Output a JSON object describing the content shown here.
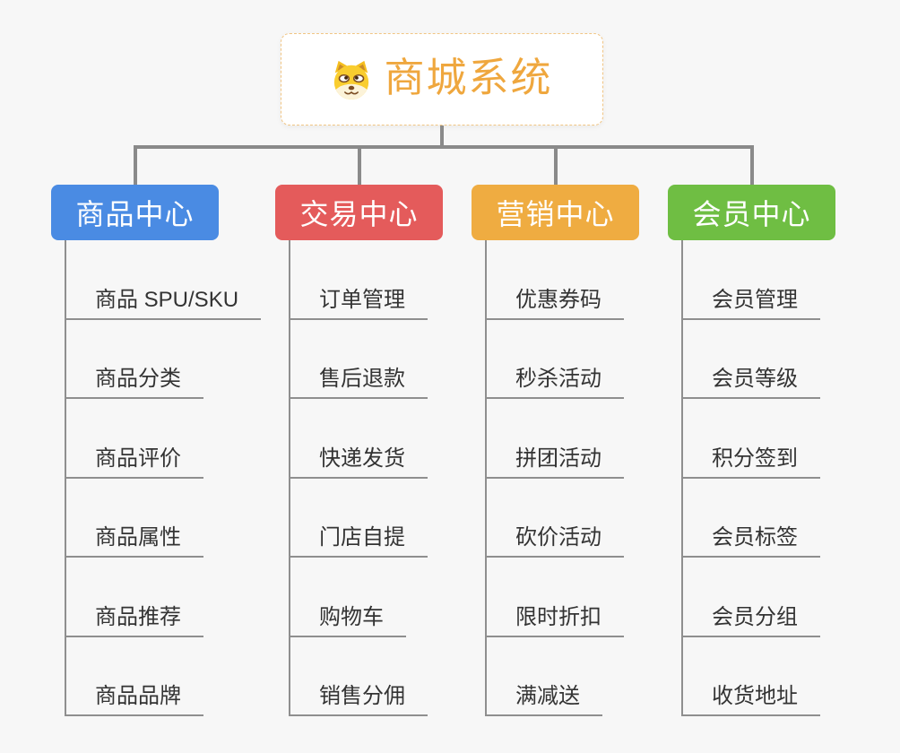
{
  "root": {
    "title": "商城系统",
    "icon": "dog-face-icon",
    "title_color": "#EFA73E",
    "border_color": "#F1C583"
  },
  "branches": [
    {
      "label": "商品中心",
      "color": "#4A8BE3",
      "children": [
        "商品 SPU/SKU",
        "商品分类",
        "商品评价",
        "商品属性",
        "商品推荐",
        "商品品牌"
      ]
    },
    {
      "label": "交易中心",
      "color": "#E45B5B",
      "children": [
        "订单管理",
        "售后退款",
        "快递发货",
        "门店自提",
        "购物车",
        "销售分佣"
      ]
    },
    {
      "label": "营销中心",
      "color": "#EFAC41",
      "children": [
        "优惠券码",
        "秒杀活动",
        "拼团活动",
        "砍价活动",
        "限时折扣",
        "满减送"
      ]
    },
    {
      "label": "会员中心",
      "color": "#6FBE43",
      "children": [
        "会员管理",
        "会员等级",
        "积分签到",
        "会员标签",
        "会员分组",
        "收货地址"
      ]
    }
  ],
  "colors": {
    "background": "#F7F7F7",
    "connector": "#8A8A8A",
    "leaf_line": "#8F8F8F",
    "leaf_text": "#333333"
  }
}
